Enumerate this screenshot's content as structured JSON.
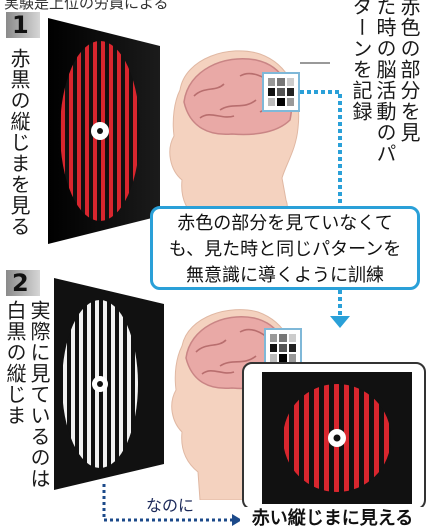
{
  "header": {
    "top_left": "実験是上位の労員による"
  },
  "step1": {
    "number": "1",
    "caption": "赤黒の縦じまを見る"
  },
  "step2": {
    "number": "2",
    "caption_a": "実際に見ているのは",
    "caption_b": "白黒の縦じま"
  },
  "top_right_text": {
    "col1": "赤色の部分を見",
    "col2": "た時の脳活動のパ",
    "col3": "ターンを記録"
  },
  "note": {
    "line1": "赤色の部分を見ていなくて",
    "line2": "も、見た時と同じパターンを",
    "line3": "無意識に導くように訓練"
  },
  "arrow_label": "なのに",
  "result_label": "赤い縦じまに見える",
  "colors": {
    "accent_blue": "#2aa0d8",
    "red_stripe": "#d8262e",
    "panel": "#111111"
  }
}
